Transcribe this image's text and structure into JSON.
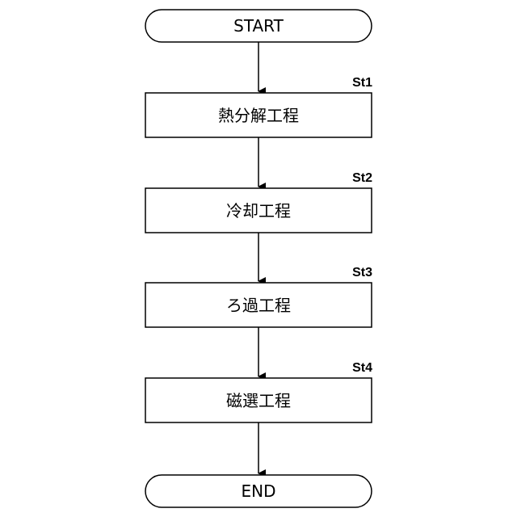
{
  "flowchart": {
    "start": {
      "label": "START"
    },
    "steps": [
      {
        "id": "St1",
        "label": "熱分解工程"
      },
      {
        "id": "St2",
        "label": "冷却工程"
      },
      {
        "id": "St3",
        "label": "ろ過工程"
      },
      {
        "id": "St4",
        "label": "磁選工程"
      }
    ],
    "end": {
      "label": "END"
    }
  }
}
